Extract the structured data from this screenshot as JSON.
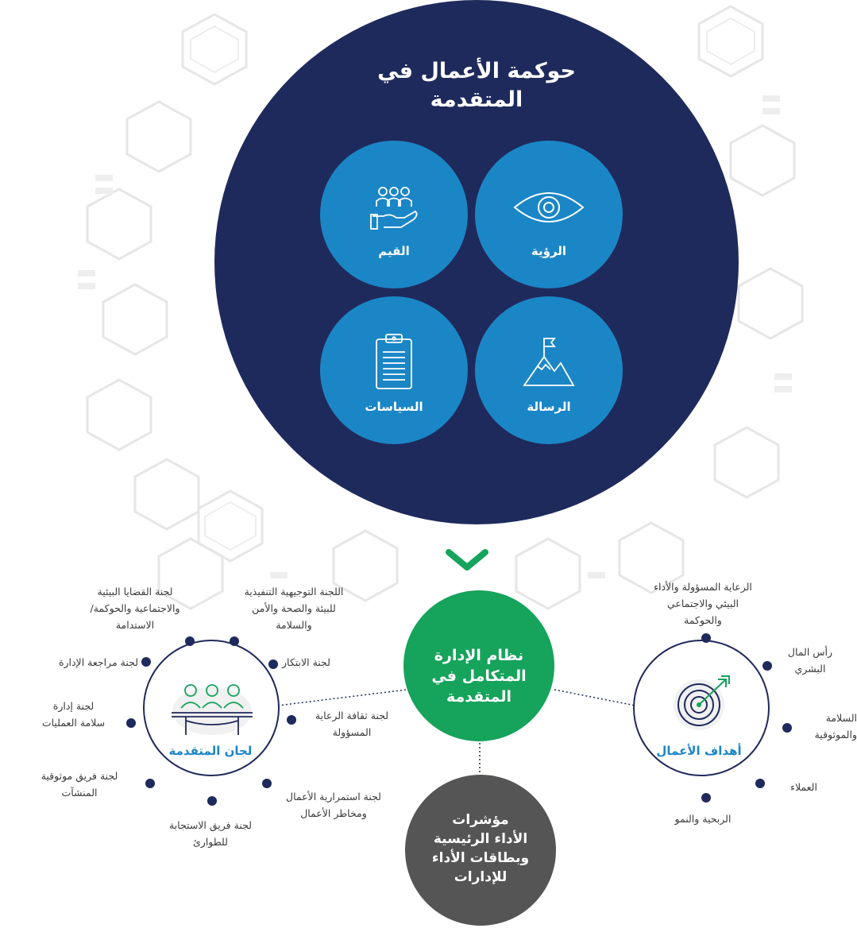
{
  "governance": {
    "title_line1": "حوكمة الأعمال في",
    "title_line2": "المتقدمة",
    "pillars": [
      {
        "label": "الرؤية",
        "icon": "eye-icon"
      },
      {
        "label": "القيم",
        "icon": "people-hand-icon"
      },
      {
        "label": "الرسالة",
        "icon": "mountain-flag-icon"
      },
      {
        "label": "السياسات",
        "icon": "clipboard-icon"
      }
    ]
  },
  "center": {
    "line1": "نظام الإدارة",
    "line2": "المتكامل في",
    "line3": "المتقدمة"
  },
  "kpi": {
    "line1": "مؤشرات",
    "line2": "الأداء الرئيسية",
    "line3": "وبطاقات الأداء",
    "line4": "للإدارات"
  },
  "committees": {
    "title": "لجان المتقدمة",
    "items": [
      {
        "line1": "لجنة القضايا البيئية",
        "line2": "والاجتماعية والحوكمة/",
        "line3": "الاستدامة"
      },
      {
        "line1": "اللجنة التوجيهية التنفيذية",
        "line2": "للبيئة والصحة والأمن",
        "line3": "والسلامة"
      },
      {
        "line1": "لجنة مراجعة الإدارة"
      },
      {
        "line1": "لجنة الابتكار"
      },
      {
        "line1": "لجنة إدارة",
        "line2": "سلامة العمليات"
      },
      {
        "line1": "لجنة ثقافة الرعاية",
        "line2": "المسؤولة"
      },
      {
        "line1": "لجنة فريق موثوقية",
        "line2": "المنشآت"
      },
      {
        "line1": "لجنة استمرارية الأعمال",
        "line2": "ومخاطر الأعمال"
      },
      {
        "line1": "لجنة فريق الاستجابة",
        "line2": "للطوارئ"
      }
    ]
  },
  "goals": {
    "title": "أهداف الأعمال",
    "items": [
      {
        "line1": "الرعاية المسؤولة والأداء",
        "line2": "البيئي والاجتماعي",
        "line3": "والحوكمة"
      },
      {
        "line1": "رأس المال",
        "line2": "البشري"
      },
      {
        "line1": "السلامة",
        "line2": "والموثوقية"
      },
      {
        "line1": "العملاء"
      },
      {
        "line1": "الربحية والنمو"
      }
    ]
  },
  "colors": {
    "navy": "#1f2a5c",
    "blue": "#1b86c6",
    "green": "#16a35b",
    "gray": "#555555"
  }
}
